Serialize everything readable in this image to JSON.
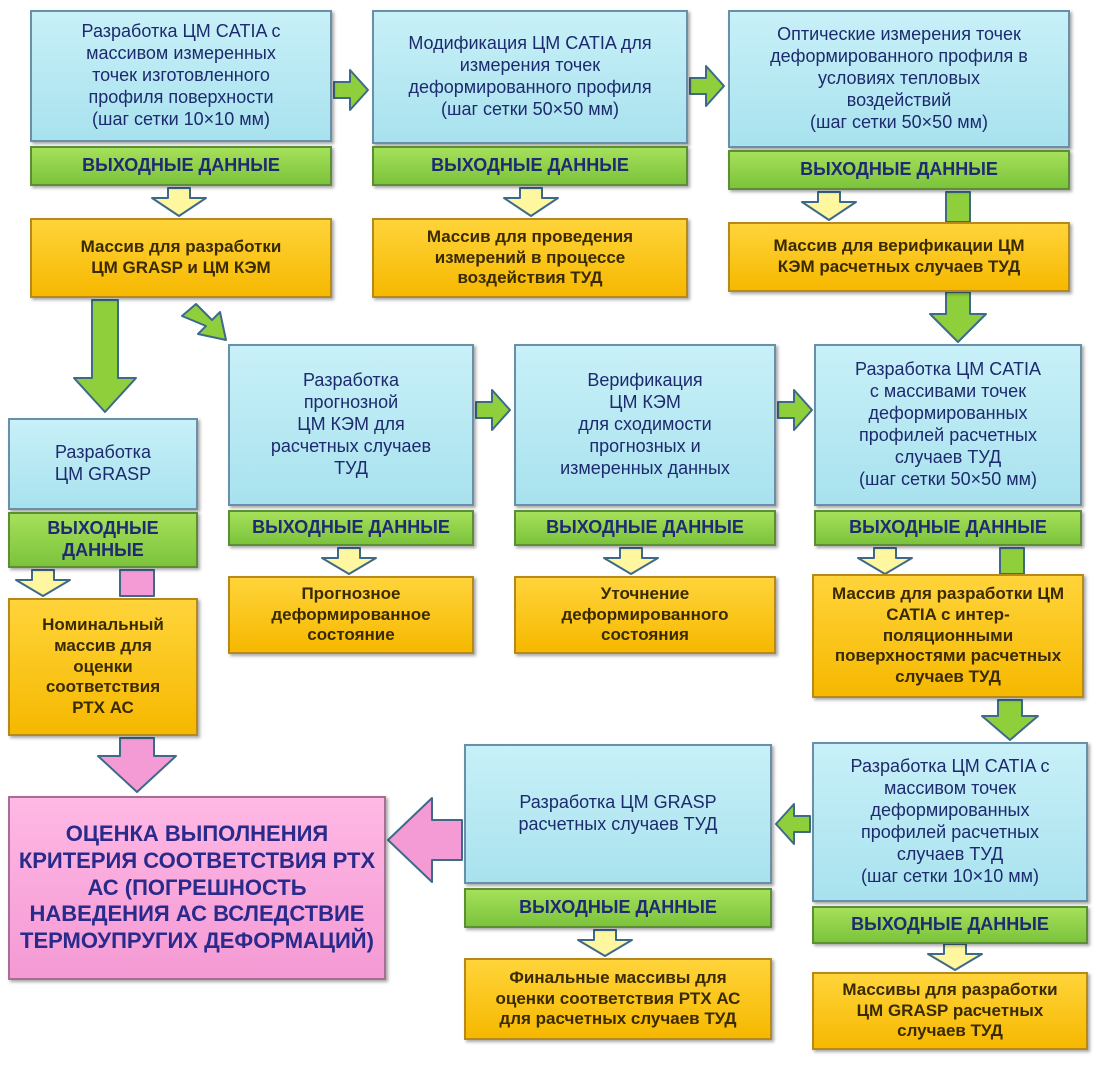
{
  "boxes": {
    "b1": "Разработка ЦМ CATIA с\nмассивом измеренных\nточек изготовленного\nпрофиля поверхности\n(шаг сетки 10×10 мм)",
    "b2": "Модификация ЦМ CATIA для\nизмерения точек\nдеформированного профиля\n(шаг сетки 50×50 мм)",
    "b3": "Оптические измерения точек\nдеформированного профиля в\nусловиях тепловых\nвоздействий\n(шаг сетки 50×50 мм)",
    "o1": "Массив для разработки\nЦМ GRASP и ЦМ КЭМ",
    "o2": "Массив для проведения\nизмерений в процессе\nвоздействия ТУД",
    "o3": "Массив для верификации ЦМ\nКЭМ расчетных случаев ТУД",
    "b4": "Разработка\nЦМ GRASP",
    "b5": "Разработка\nпрогнозной\nЦМ КЭМ для\nрасчетных случаев\nТУД",
    "b6": "Верификация\nЦМ КЭМ\nдля сходимости\nпрогнозных и\nизмеренных данных",
    "b7": "Разработка ЦМ CATIA\nс массивами точек\nдеформированных\nпрофилей расчетных\nслучаев ТУД\n(шаг сетки 50×50 мм)",
    "o4": "Номинальный\nмассив для\nоценки\nсоответствия\nРТХ АС",
    "o5": "Прогнозное\nдеформированное\nсостояние",
    "o6": "Уточнение\nдеформированного\nсостояния",
    "o7": "Массив для разработки ЦМ\nCATIA с интер-\nполяционными\nповерхностями расчетных\nслучаев ТУД",
    "pink": "ОЦЕНКА ВЫПОЛНЕНИЯ\nКРИТЕРИЯ СООТВЕТСТВИЯ РТХ\nАС (ПОГРЕШНОСТЬ\nНАВЕДЕНИЯ АС ВСЛЕДСТВИЕ\nТЕРМОУПРУГИХ ДЕФОРМАЦИЙ)",
    "b8": "Разработка ЦМ GRASP\nрасчетных случаев ТУД",
    "b9": "Разработка ЦМ CATIA с\nмассивом точек\nдеформированных\nпрофилей расчетных\nслучаев ТУД\n(шаг сетки 10×10 мм)",
    "o8": "Финальные массивы для\nоценки соответствия РТХ АС\nдля расчетных случаев ТУД",
    "o9": "Массивы для разработки\nЦМ GRASP расчетных\nслучаев ТУД"
  },
  "output_label": "ВЫХОДНЫЕ ДАННЫЕ",
  "output_label_split": "ВЫХОДНЫЕ\nДАННЫЕ",
  "colors": {
    "blue": "#b4e8f2",
    "green": "#8fd24a",
    "orange": "#fcc41a",
    "pink": "#f7a8da",
    "arrow_green": "#8fcf3c",
    "arrow_yellow": "#fff6a0",
    "arrow_pink": "#f49ad4"
  }
}
